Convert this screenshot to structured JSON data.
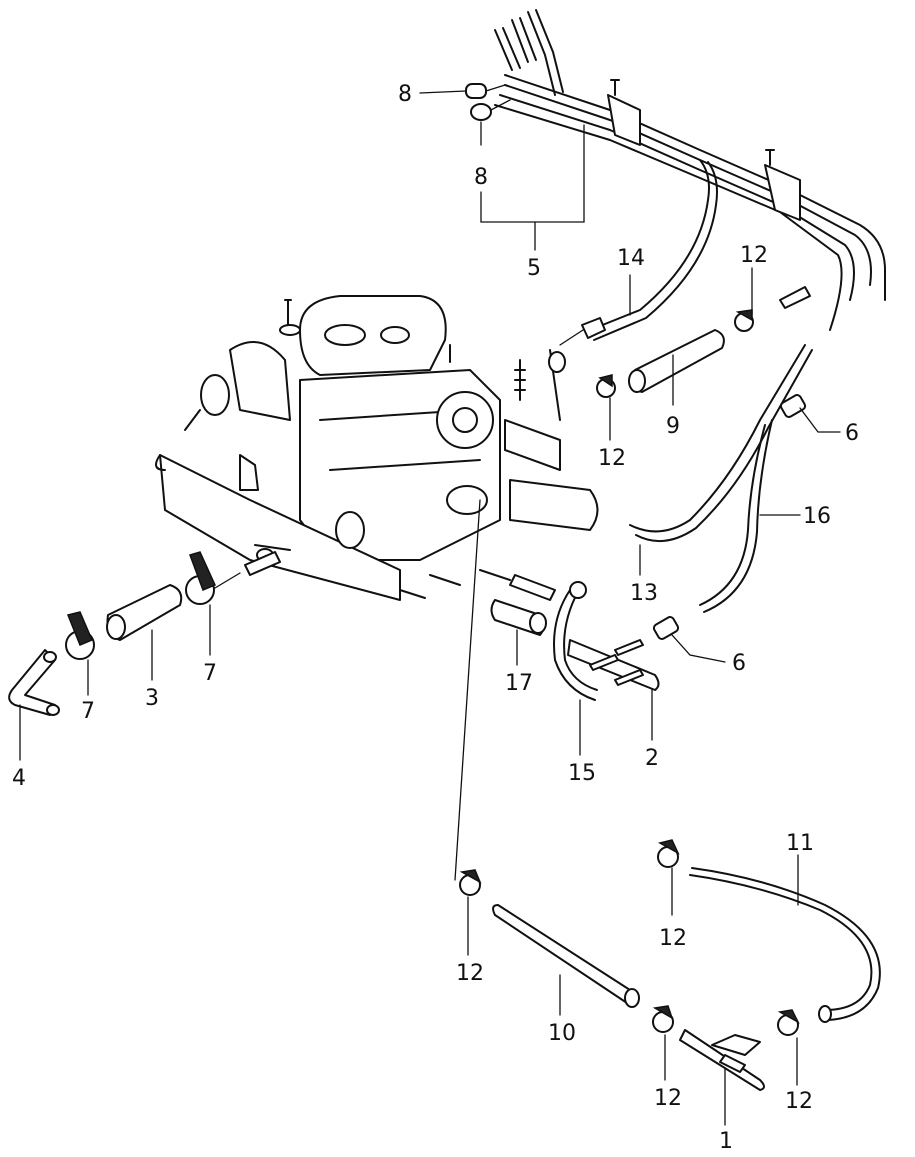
{
  "diagram": {
    "title": "Carburetor vacuum hose and tubing parts diagram",
    "background": "#ffffff",
    "ink": "#111111",
    "callouts": [
      {
        "id": "c1",
        "label": "1",
        "part": "three-way-joint"
      },
      {
        "id": "c2",
        "label": "2",
        "part": "tube-joint"
      },
      {
        "id": "c3",
        "label": "3",
        "part": "hose-short"
      },
      {
        "id": "c4",
        "label": "4",
        "part": "elbow-pipe"
      },
      {
        "id": "c5",
        "label": "5",
        "part": "tubing-assembly"
      },
      {
        "id": "c6a",
        "label": "6",
        "part": "cap"
      },
      {
        "id": "c6b",
        "label": "6",
        "part": "cap"
      },
      {
        "id": "c7a",
        "label": "7",
        "part": "hose-clamp"
      },
      {
        "id": "c7b",
        "label": "7",
        "part": "hose-clamp"
      },
      {
        "id": "c8a",
        "label": "8",
        "part": "cap"
      },
      {
        "id": "c8b",
        "label": "8",
        "part": "cap"
      },
      {
        "id": "c9",
        "label": "9",
        "part": "hose"
      },
      {
        "id": "c10",
        "label": "10",
        "part": "hose"
      },
      {
        "id": "c11",
        "label": "11",
        "part": "hose-curved"
      },
      {
        "id": "c12a",
        "label": "12",
        "part": "hose-clip"
      },
      {
        "id": "c12b",
        "label": "12",
        "part": "hose-clip"
      },
      {
        "id": "c12c",
        "label": "12",
        "part": "hose-clip"
      },
      {
        "id": "c12d",
        "label": "12",
        "part": "hose-clip"
      },
      {
        "id": "c12e",
        "label": "12",
        "part": "hose-clip"
      },
      {
        "id": "c12f",
        "label": "12",
        "part": "hose-clip"
      },
      {
        "id": "c13",
        "label": "13",
        "part": "hose"
      },
      {
        "id": "c14",
        "label": "14",
        "part": "hose"
      },
      {
        "id": "c15",
        "label": "15",
        "part": "hose-curved"
      },
      {
        "id": "c16",
        "label": "16",
        "part": "hose-long"
      },
      {
        "id": "c17",
        "label": "17",
        "part": "hose-short"
      }
    ]
  }
}
